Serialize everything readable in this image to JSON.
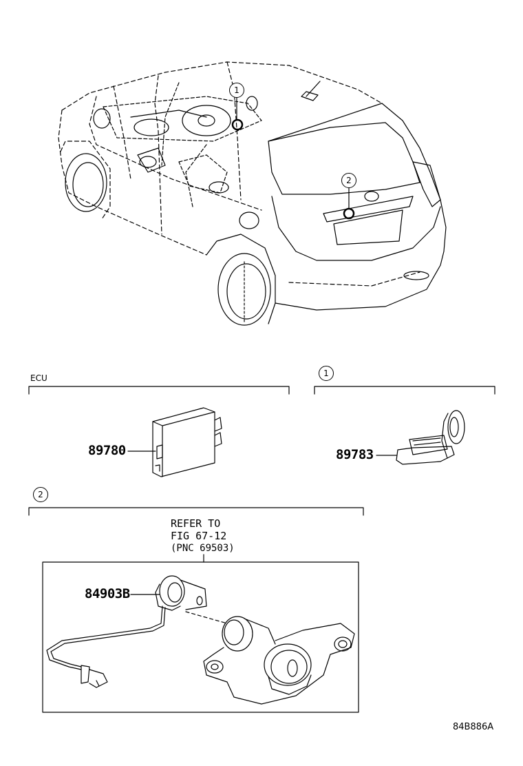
{
  "sections": {
    "ecu": {
      "title": "ECU",
      "part": "89780"
    },
    "callout1": {
      "marker": "1",
      "part": "89783"
    },
    "callout2": {
      "marker": "2",
      "part": "84903B",
      "refer_line1": "REFER TO",
      "refer_line2": "FIG 67-12",
      "refer_line3": "(PNC 69503)"
    }
  },
  "vehicle_callouts": [
    "1",
    "2"
  ],
  "drawing_code": "84B886A"
}
